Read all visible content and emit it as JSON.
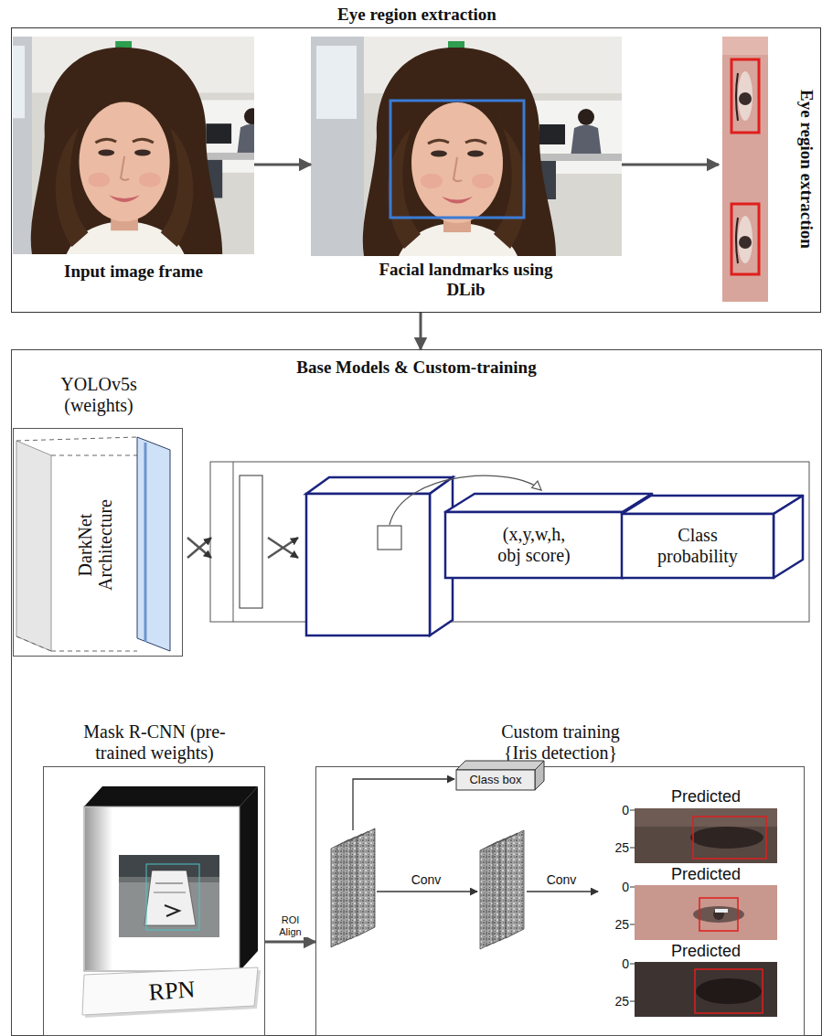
{
  "diagram": {
    "nodes": [
      {
        "text": [
          "Eye region extraction"
        ]
      },
      {
        "text": [
          "Input image frame"
        ],
        "in": 0
      },
      {
        "text": [
          "Facial landmarks using DLib"
        ],
        "in": 0
      },
      {
        "text": [
          "Eye region extraction"
        ],
        "in": 0
      },
      {
        "text": [
          "Base Models & Custom-training"
        ]
      },
      {
        "text": [
          "YOLOv5s (weights)"
        ],
        "in": 4
      },
      {
        "text": [
          "DarkNet Architecture"
        ],
        "in": 5
      },
      {
        "text": [
          "(x,y,w,h, obj score)"
        ],
        "in": 4
      },
      {
        "text": [
          "Class probability"
        ],
        "in": 4
      },
      {
        "text": [
          "Mask R-CNN (pre-trained weights)"
        ],
        "in": 4
      },
      {
        "text": [
          "RPN"
        ],
        "in": 9
      },
      {
        "text": [
          "Custom training {Iris detection}"
        ],
        "in": 4
      },
      {
        "text": [
          "Class box"
        ],
        "in": 11
      }
    ],
    "edges": [
      {
        "from": 1,
        "to": 2,
        "arrow": "to"
      },
      {
        "from": 2,
        "to": 3,
        "arrow": "to"
      },
      {
        "from": 0,
        "to": 4,
        "arrow": "to"
      },
      {
        "from": 9,
        "to": 11,
        "label": "ROI Align",
        "arrow": "to"
      }
    ],
    "labels": [
      "Conv",
      "Conv",
      "Predicted",
      "0",
      "25",
      "Predicted",
      "0",
      "25",
      "Predicted",
      "0",
      "25"
    ]
  }
}
